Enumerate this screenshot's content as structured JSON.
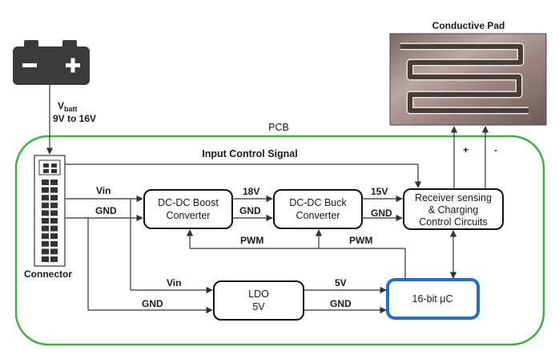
{
  "battery": {
    "label_main": "V",
    "label_sub": "batt",
    "range": "9V to 16V",
    "minus_symbol": "−",
    "plus_symbol": "+"
  },
  "pcb": {
    "label": "PCB"
  },
  "connector": {
    "label": "Connector"
  },
  "pad": {
    "label": "Conductive Pad",
    "plus": "+",
    "minus": "-"
  },
  "signals": {
    "input_control": "Input Control Signal",
    "vin_boost": "Vin",
    "gnd_boost": "GND",
    "v18": "18V",
    "gnd_18": "GND",
    "v15": "15V",
    "gnd_15": "GND",
    "pwm_left": "PWM",
    "pwm_right": "PWM",
    "vin_ldo": "Vin",
    "gnd_ldo": "GND",
    "v5": "5V",
    "gnd_5": "GND"
  },
  "blocks": {
    "boost": [
      "DC-DC Boost",
      "Converter"
    ],
    "buck": [
      "DC-DC Buck",
      "Converter"
    ],
    "receiver": [
      "Receiver sensing",
      "& Charging",
      "Control Circuits"
    ],
    "ldo": [
      "LDO",
      "5V"
    ],
    "uc": "16-bit μC"
  },
  "colors": {
    "pcb_border": "#3cb043",
    "uc_border": "#1f6fd1",
    "line": "#333333",
    "battery": "#3a3a3a"
  }
}
